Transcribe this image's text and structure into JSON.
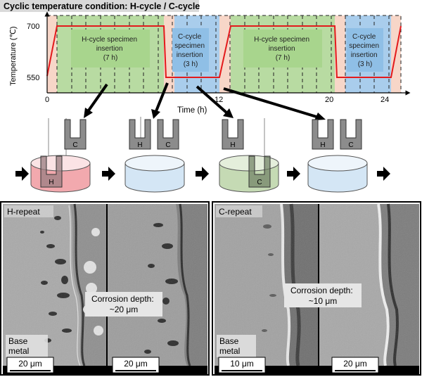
{
  "header": {
    "title": "Cyclic temperature condition: H-cycle / C-cycle"
  },
  "chart": {
    "y_axis_label": "Temperature (℃)",
    "x_axis_label": "Time (h)",
    "y_ticks": [
      "700",
      "550"
    ],
    "x_ticks": [
      "0",
      "12",
      "20",
      "24"
    ],
    "phases": [
      {
        "lines": [
          "H-cycle specimen",
          "insertion",
          "(7 h)"
        ]
      },
      {
        "lines": [
          "C-cycle",
          "specimen",
          "insertion",
          "(3 h)"
        ]
      },
      {
        "lines": [
          "H-cycle specimen",
          "insertion",
          "(7 h)"
        ]
      },
      {
        "lines": [
          "C-cycle",
          "specimen",
          "insertion",
          "(3 h)"
        ]
      }
    ]
  },
  "schematic": {
    "holders": [
      "C",
      "H",
      "C",
      "H",
      "H",
      "C"
    ],
    "dish_labels": [
      "H",
      "C"
    ],
    "colors": {
      "hot_bath": "#f2a9ae",
      "cold_bath": "#d4e6f5",
      "green_bath": "#c5dab4",
      "holder": "#8c8c8c"
    }
  },
  "micrographs": {
    "left_panel": {
      "label": "H-repeat",
      "annotation_lines": [
        "Corrosion depth:",
        "~20 μm"
      ],
      "base_metal_lines": [
        "Base",
        "metal"
      ],
      "scalebars": [
        "20 μm",
        "20 μm"
      ]
    },
    "right_panel": {
      "label": "C-repeat",
      "annotation_lines": [
        "Corrosion depth:",
        "~10 μm"
      ],
      "base_metal_lines": [
        "Base",
        "metal"
      ],
      "scalebars": [
        "10 μm",
        "20 μm"
      ]
    }
  },
  "colors": {
    "temperature_line": "#e31a1c",
    "hot_band": "#f7d6c8",
    "h_phase": "#b8dba2",
    "c_phase": "#a9cdec",
    "annotation_box": "#e6e6e6",
    "sem_gray": "#a5a5a5"
  }
}
